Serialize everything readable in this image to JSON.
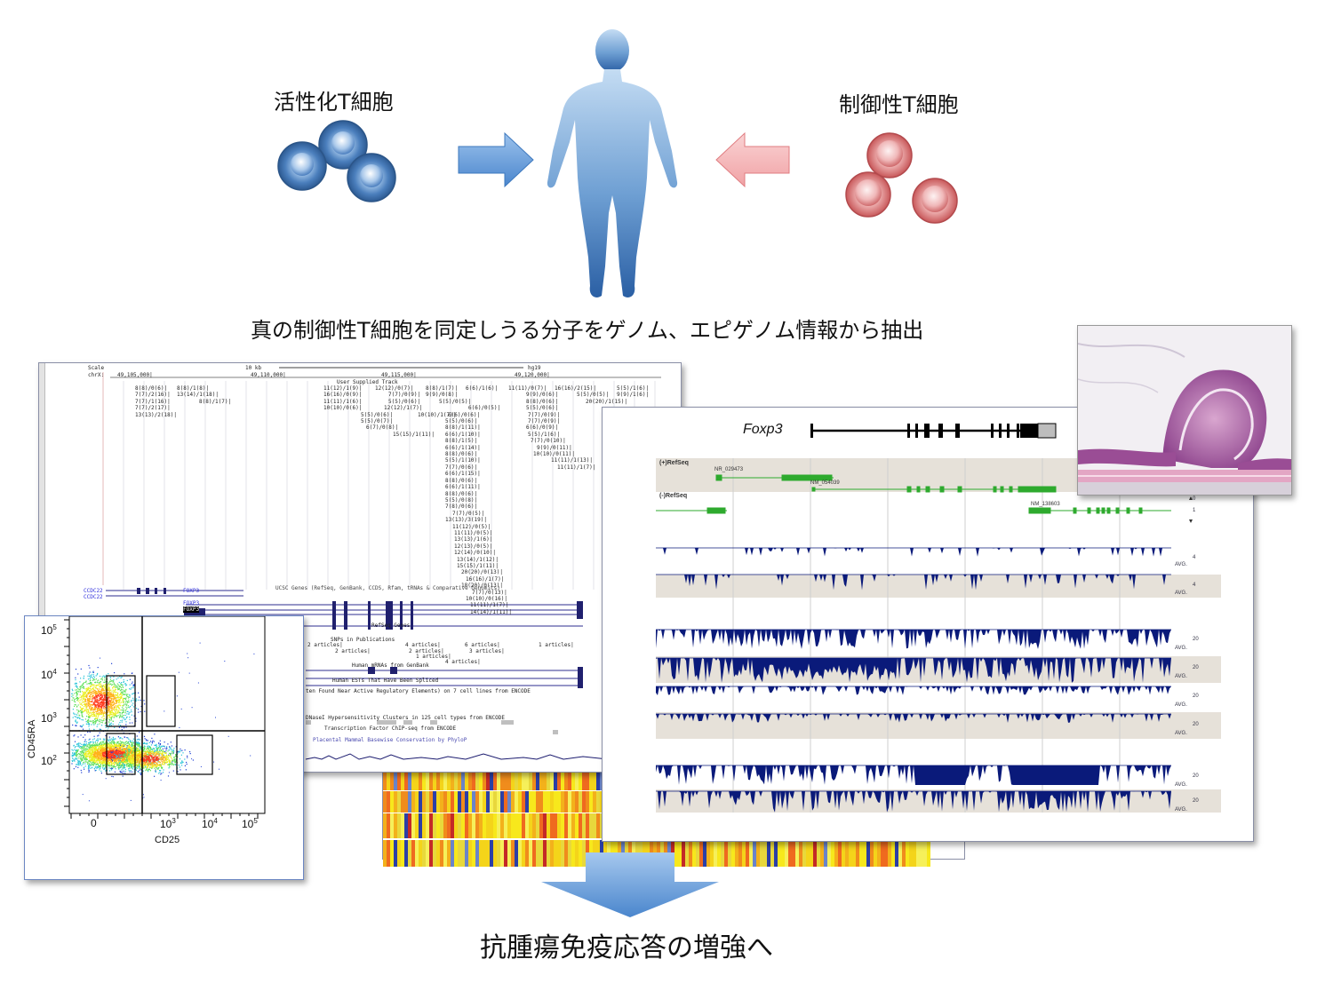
{
  "top": {
    "activated_label": "活性化T細胞",
    "treg_label": "制御性T細胞",
    "caption": "真の制御性T細胞を同定しうる分子をゲノム、エピゲノム情報から抽出",
    "bottom_caption": "抗腫瘍免疫応答の増強へ"
  },
  "colors": {
    "activated_cell": "#3a6ea8",
    "treg_cell": "#d9777a",
    "arrow_blue": "#6fa3dd",
    "arrow_pink": "#f2b0b3",
    "body_top": "#b9d4ee",
    "body_bottom": "#2d64a8",
    "track_navy": "#0a1a7a",
    "refseq_green": "#2eaa2e"
  },
  "browser": {
    "scale_label": "Scale",
    "chr_label": "chrX:",
    "scale_value": "10 kb",
    "genome": "hg19",
    "positions": [
      "49,105,000|",
      "49,110,000|",
      "49,115,000|",
      "49,120,000|"
    ],
    "user_track": "User Supplied Track",
    "ucsc_track": "UCSC Genes (RefSeq, GenBank, CCDS, Rfam, tRNAs & Comparative Genomics)",
    "refseq_track": "RefSeq Genes",
    "snps_track": "SNPs in Publications",
    "mrna_track": "Human mRNAs from GenBank",
    "est_track": "Human ESTs That Have Been Spliced",
    "regulatory_track": "ten Found Near Active Regulatory Elements) on 7 cell lines from ENCODE",
    "dnase_track": "DNaseI Hypersensitivity Clusters in 125 cell types from ENCODE",
    "tfbs_track": "Transcription Factor ChIP-seq from ENCODE",
    "cons_track": "Placental Mammal Basewise Conservation by PhyloP",
    "gene_labels": [
      "CCDC22",
      "CCDC22",
      "FOXP3",
      "FOXP3",
      "FOXP3"
    ],
    "articles": [
      "2 articles|",
      "2 articles|",
      "4 articles|",
      "2 articles|",
      "1 articles|",
      "6 articles|",
      "3 articles|",
      "4 articles|",
      "1 articles|"
    ],
    "user_col1": [
      "8(8)/0(6)|",
      "7(7)/2(16)|",
      "7(7)/1(16)|",
      "7(7)/2(17)|",
      "13(13)/2(18)|"
    ],
    "user_col2": [
      "8(8)/1(8)|",
      "13(14)/1(18)|",
      "8(8)/1(7)|"
    ],
    "user_col3": [
      "11(12)/1(9)|",
      "16(16)/0(9)|",
      "11(11)/1(6)|",
      "10(10)/0(6)|",
      "5(5)/0(6)|",
      "5(5)/0(7)|",
      "6(7)/0(8)|",
      "15(15)/1(11)|"
    ],
    "user_col4": [
      "12(12)/0(7)|",
      "7(7)/0(9)|",
      "5(5)/0(6)|",
      "12(12)/1(7)|",
      "10(10)/1(7)|",
      "8(8)/1(7)|"
    ],
    "user_col5": [
      "8(8)/1(7)|",
      "9(9)/0(8)|",
      "5(5)/0(5)|",
      "6(6)/0(5)|",
      "6(6)/0(6)|",
      "5(5)/0(6)|",
      "8(8)/1(11)|",
      "6(6)/1(10)|",
      "8(8)/1(5)|",
      "6(6)/1(14)|",
      "8(8)/0(6)|",
      "5(5)/1(10)|",
      "7(7)/0(6)|",
      "6(6)/1(15)|",
      "8(8)/0(6)|",
      "6(6)/1(11)|",
      "8(8)/0(6)|",
      "5(5)/0(8)|",
      "7(8)/0(6)|",
      "7(7)/0(5)|",
      "13(13)/3(19)|",
      "11(12)/0(5)|",
      "11(11)/0(5)|",
      "13(13)/1(6)|",
      "12(13)/0(5)|",
      "12(14)/0(10)|",
      "13(14)/1(12)|",
      "15(15)/1(11)|",
      "20(20)/0(13)|",
      "16(16)/1(7)|",
      "18(20)/0(13)|",
      "7(7)/0(13)|",
      "10(10)/0(16)|",
      "11(11)/1(7)|",
      "14(14)/1(11)|"
    ],
    "user_col6": [
      "6(6)/1(6)|"
    ],
    "user_col7": [
      "11(11)/0(7)|",
      "9(9)/0(6)|",
      "8(8)/0(6)|",
      "5(5)/0(6)|",
      "7(7)/0(9)|",
      "7(7)/0(9)|",
      "6(6)/0(9)|",
      "5(5)/1(6)|",
      "7(7)/0(10)|",
      "9(9)/0(11)|",
      "10(10)/0(11)|",
      "11(11)/1(13)|",
      "11(11)/1(7)|"
    ],
    "user_col8": [
      "16(16)/2(15)|",
      "5(5)/0(5)|",
      "20(20)/1(15)|"
    ],
    "user_col9": [
      "5(5)/1(6)|",
      "9(9)/1(6)|"
    ]
  },
  "foxp3_view": {
    "gene_title": "Foxp3",
    "plus_refseq": "(+)RefSeq",
    "minus_refseq": "(-)RefSeq",
    "acc1": "NR_029473",
    "acc2": "NM_054039",
    "acc3": "NM_138603",
    "avg_label": "AVG.",
    "scale_values": [
      "0",
      "1",
      "4",
      "4",
      "20",
      "20",
      "20",
      "20",
      "20",
      "20"
    ]
  },
  "flow": {
    "ylabel": "CD45RA",
    "xlabel": "CD25",
    "y_ticks": [
      "10^5",
      "10^4",
      "10^3",
      "10^2"
    ],
    "x_ticks": [
      "0",
      "10^3",
      "10^4",
      "10^5"
    ]
  }
}
